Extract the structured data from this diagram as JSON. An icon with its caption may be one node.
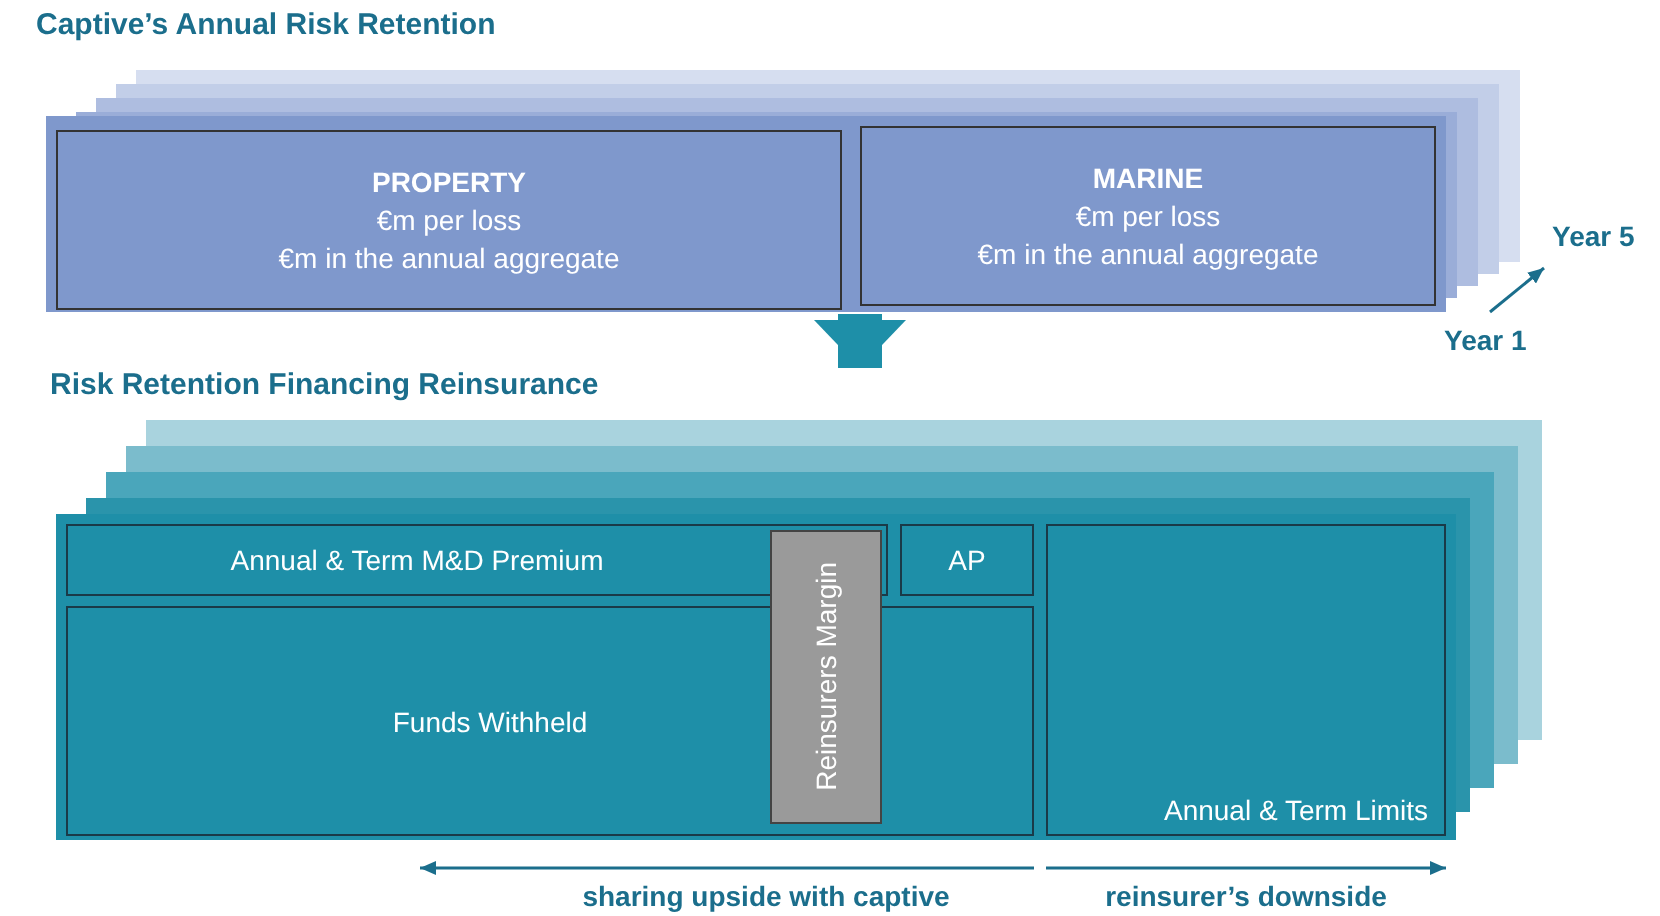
{
  "diagram": {
    "nodes": [
      {
        "text": [
          "Captive’s Annual Risk Retention"
        ]
      },
      {
        "text": [
          "PROPERTY",
          "€m per loss",
          "€m in the annual aggregate"
        ],
        "in": 0
      },
      {
        "text": [
          "MARINE",
          "€m per loss",
          "€m in the annual aggregate"
        ],
        "in": 0
      },
      {
        "text": [
          "Risk Retention Financing Reinsurance"
        ]
      },
      {
        "text": [
          "Annual & Term M&D Premium"
        ],
        "in": 3
      },
      {
        "text": [
          "Reinsurers Margin"
        ],
        "in": 3
      },
      {
        "text": [
          "AP"
        ],
        "in": 3
      },
      {
        "text": [
          "Funds Withheld"
        ],
        "in": 3
      },
      {
        "text": [
          "Annual & Term Limits"
        ],
        "in": 3
      }
    ],
    "edges": [
      {
        "from": 0,
        "to": 3,
        "arrow": "to"
      }
    ],
    "labels": [
      "Year 5",
      "Year 1",
      "sharing upside with captive",
      "reinsurer’s downside"
    ]
  }
}
